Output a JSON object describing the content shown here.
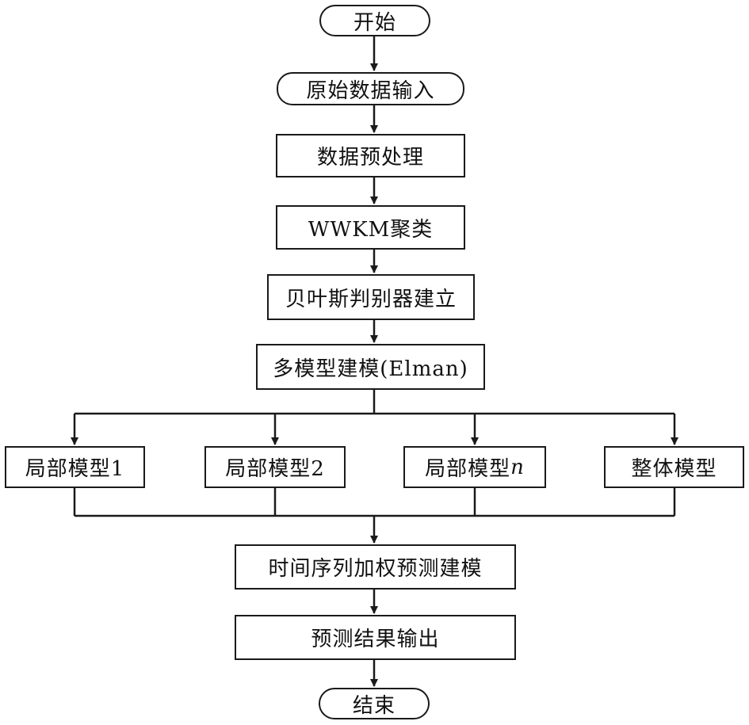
{
  "nodes": {
    "start": "开始",
    "input": "原始数据输入",
    "preprocess": "数据预处理",
    "wwkm": "WWKM聚类",
    "bayes": "贝叶斯判别器建立",
    "multi": "多模型建模(Elman)",
    "local1": "局部模型1",
    "local2": "局部模型2",
    "localn_prefix": "局部模型",
    "localn_suffix": "n",
    "global": "整体模型",
    "weighted": "时间序列加权预测建模",
    "output": "预测结果输出",
    "end": "结束"
  },
  "colors": {
    "stroke": "#1a1a1a",
    "text": "#111111",
    "background": "#ffffff"
  }
}
